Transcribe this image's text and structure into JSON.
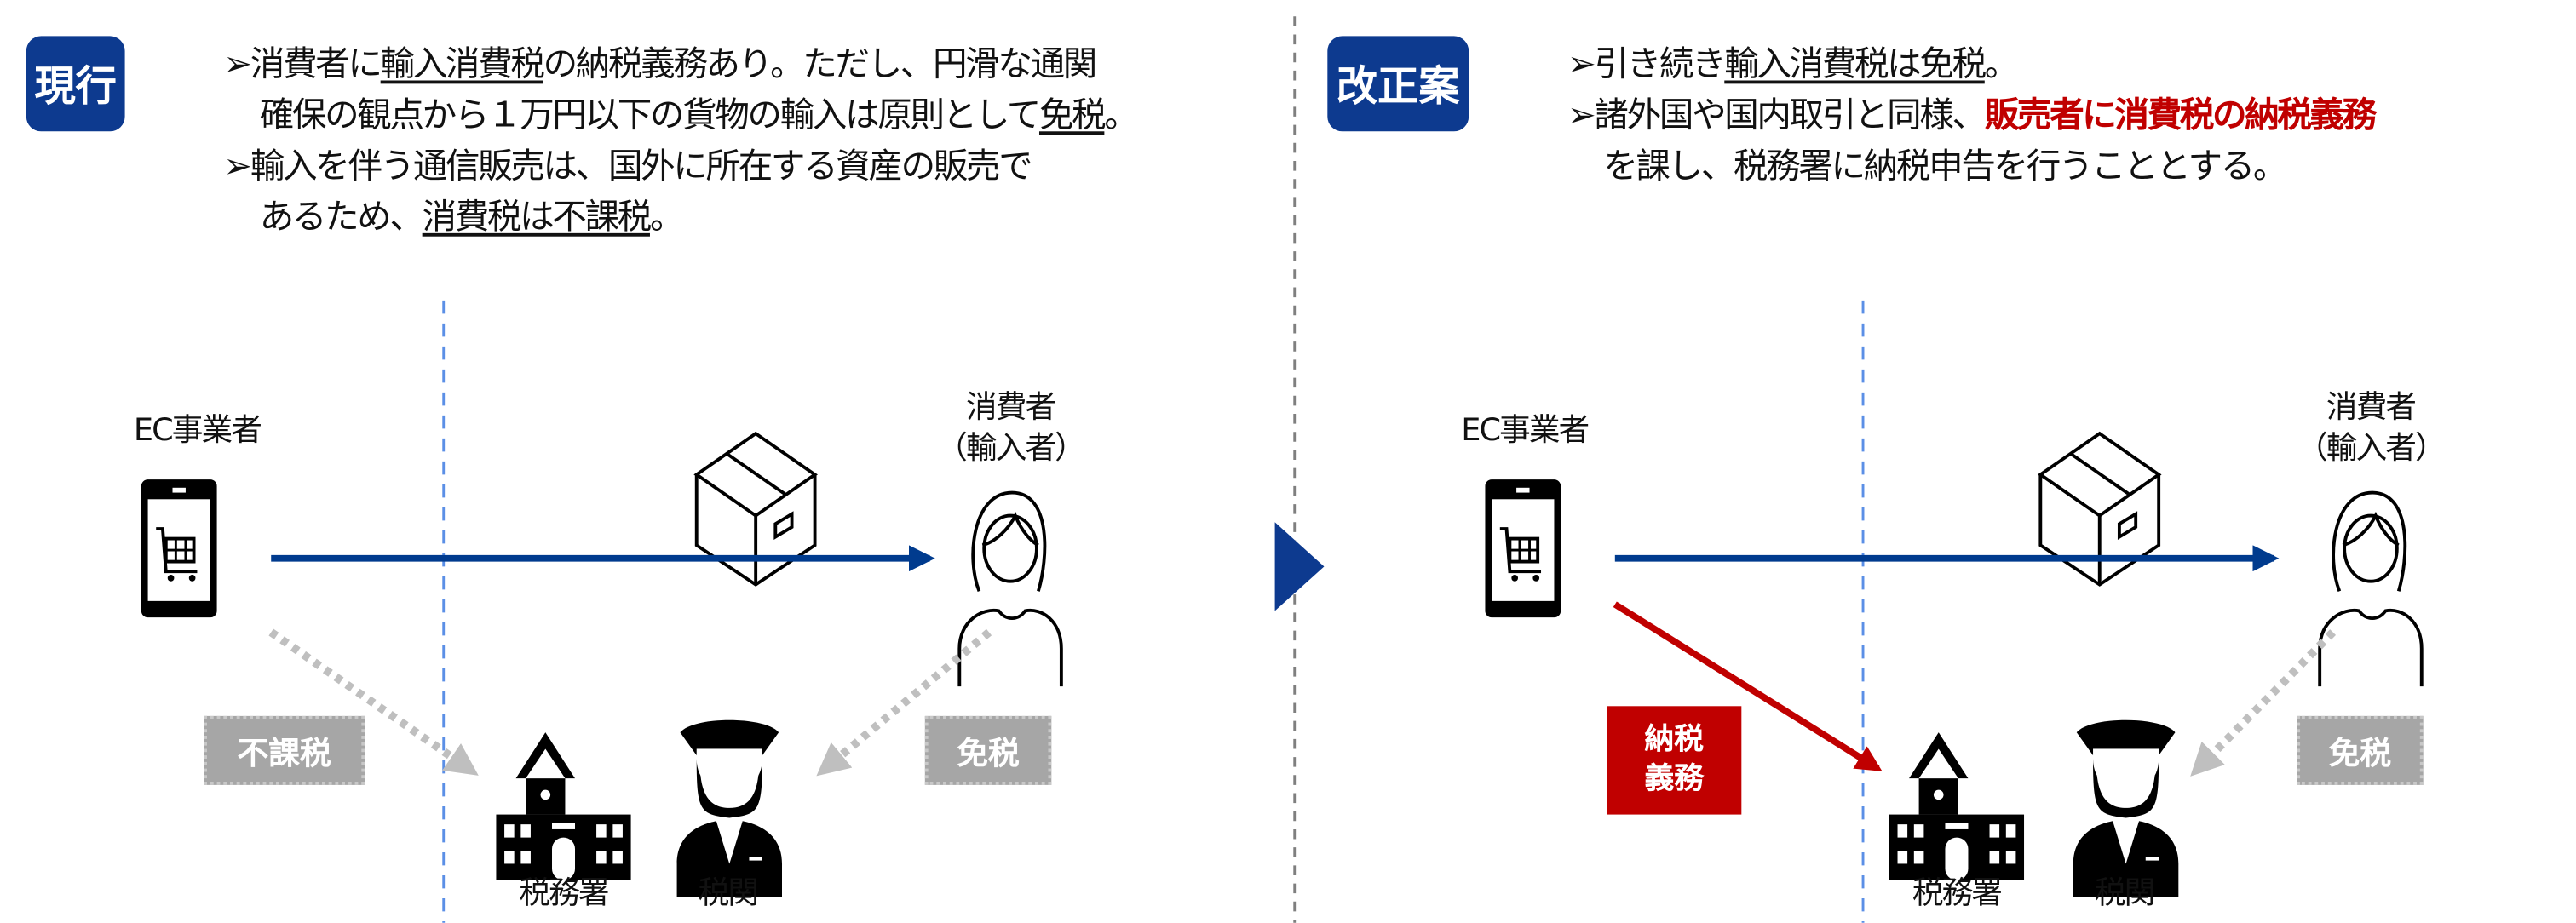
{
  "colors": {
    "navy": "#0d3a8f",
    "arrow_blue": "#003b8e",
    "red": "#c00000",
    "gray_tag": "#a6a6a6",
    "divider_blue": "#5b8fe6"
  },
  "current": {
    "badge": "現行",
    "l1a": "➢消費者に",
    "l1u": "輸入消費税",
    "l1b": "の納税義務あり。ただし、円滑な通関",
    "l2a": "確保の観点から１万円以下の貨物の輸入は原則として",
    "l2u": "免税",
    "l2b": "。",
    "l3": "➢輸入を伴う通信販売は、国外に所在する資産の販売で",
    "l4a": "あるため、",
    "l4u": "消費税は不課税",
    "l4b": "。",
    "seller": "EC事業者",
    "consumer_1": "消費者",
    "consumer_2": "（輸入者）",
    "tag_left": "不課税",
    "tag_right": "免税",
    "tax_office": "税務署",
    "customs": "税関"
  },
  "proposal": {
    "badge": "改正案",
    "l1a": "➢引き続き",
    "l1u": "輸入消費税は免税",
    "l1b": "。",
    "l2a": "➢諸外国や国内取引と同様、",
    "l2r": "販売者に消費税の納税義務",
    "l3": "を課し、税務署に納税申告を行うこととする。",
    "seller": "EC事業者",
    "consumer_1": "消費者",
    "consumer_2": "（輸入者）",
    "tag_red_1": "納税",
    "tag_red_2": "義務",
    "tag_right": "免税",
    "tax_office": "税務署",
    "customs": "税関"
  },
  "icons": [
    "smartphone-cart-icon",
    "package-box-icon",
    "woman-icon",
    "tax-office-building-icon",
    "customs-officer-icon",
    "arrow-right-triangle-icon"
  ]
}
